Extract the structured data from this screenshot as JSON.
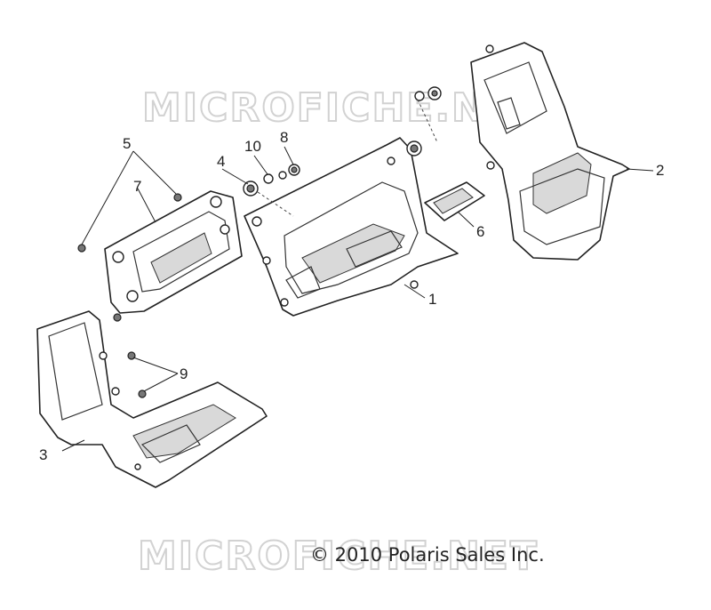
{
  "watermark": {
    "top_text": "MICROFICHE.NET",
    "bottom_text": "MICROFICHE.NET"
  },
  "copyright": "© 2010 Polaris Sales Inc.",
  "callouts": {
    "c1": "1",
    "c2": "2",
    "c3": "3",
    "c4": "4",
    "c5": "5",
    "c6": "6",
    "c7": "7",
    "c8": "8",
    "c9": "9",
    "c10": "10"
  }
}
